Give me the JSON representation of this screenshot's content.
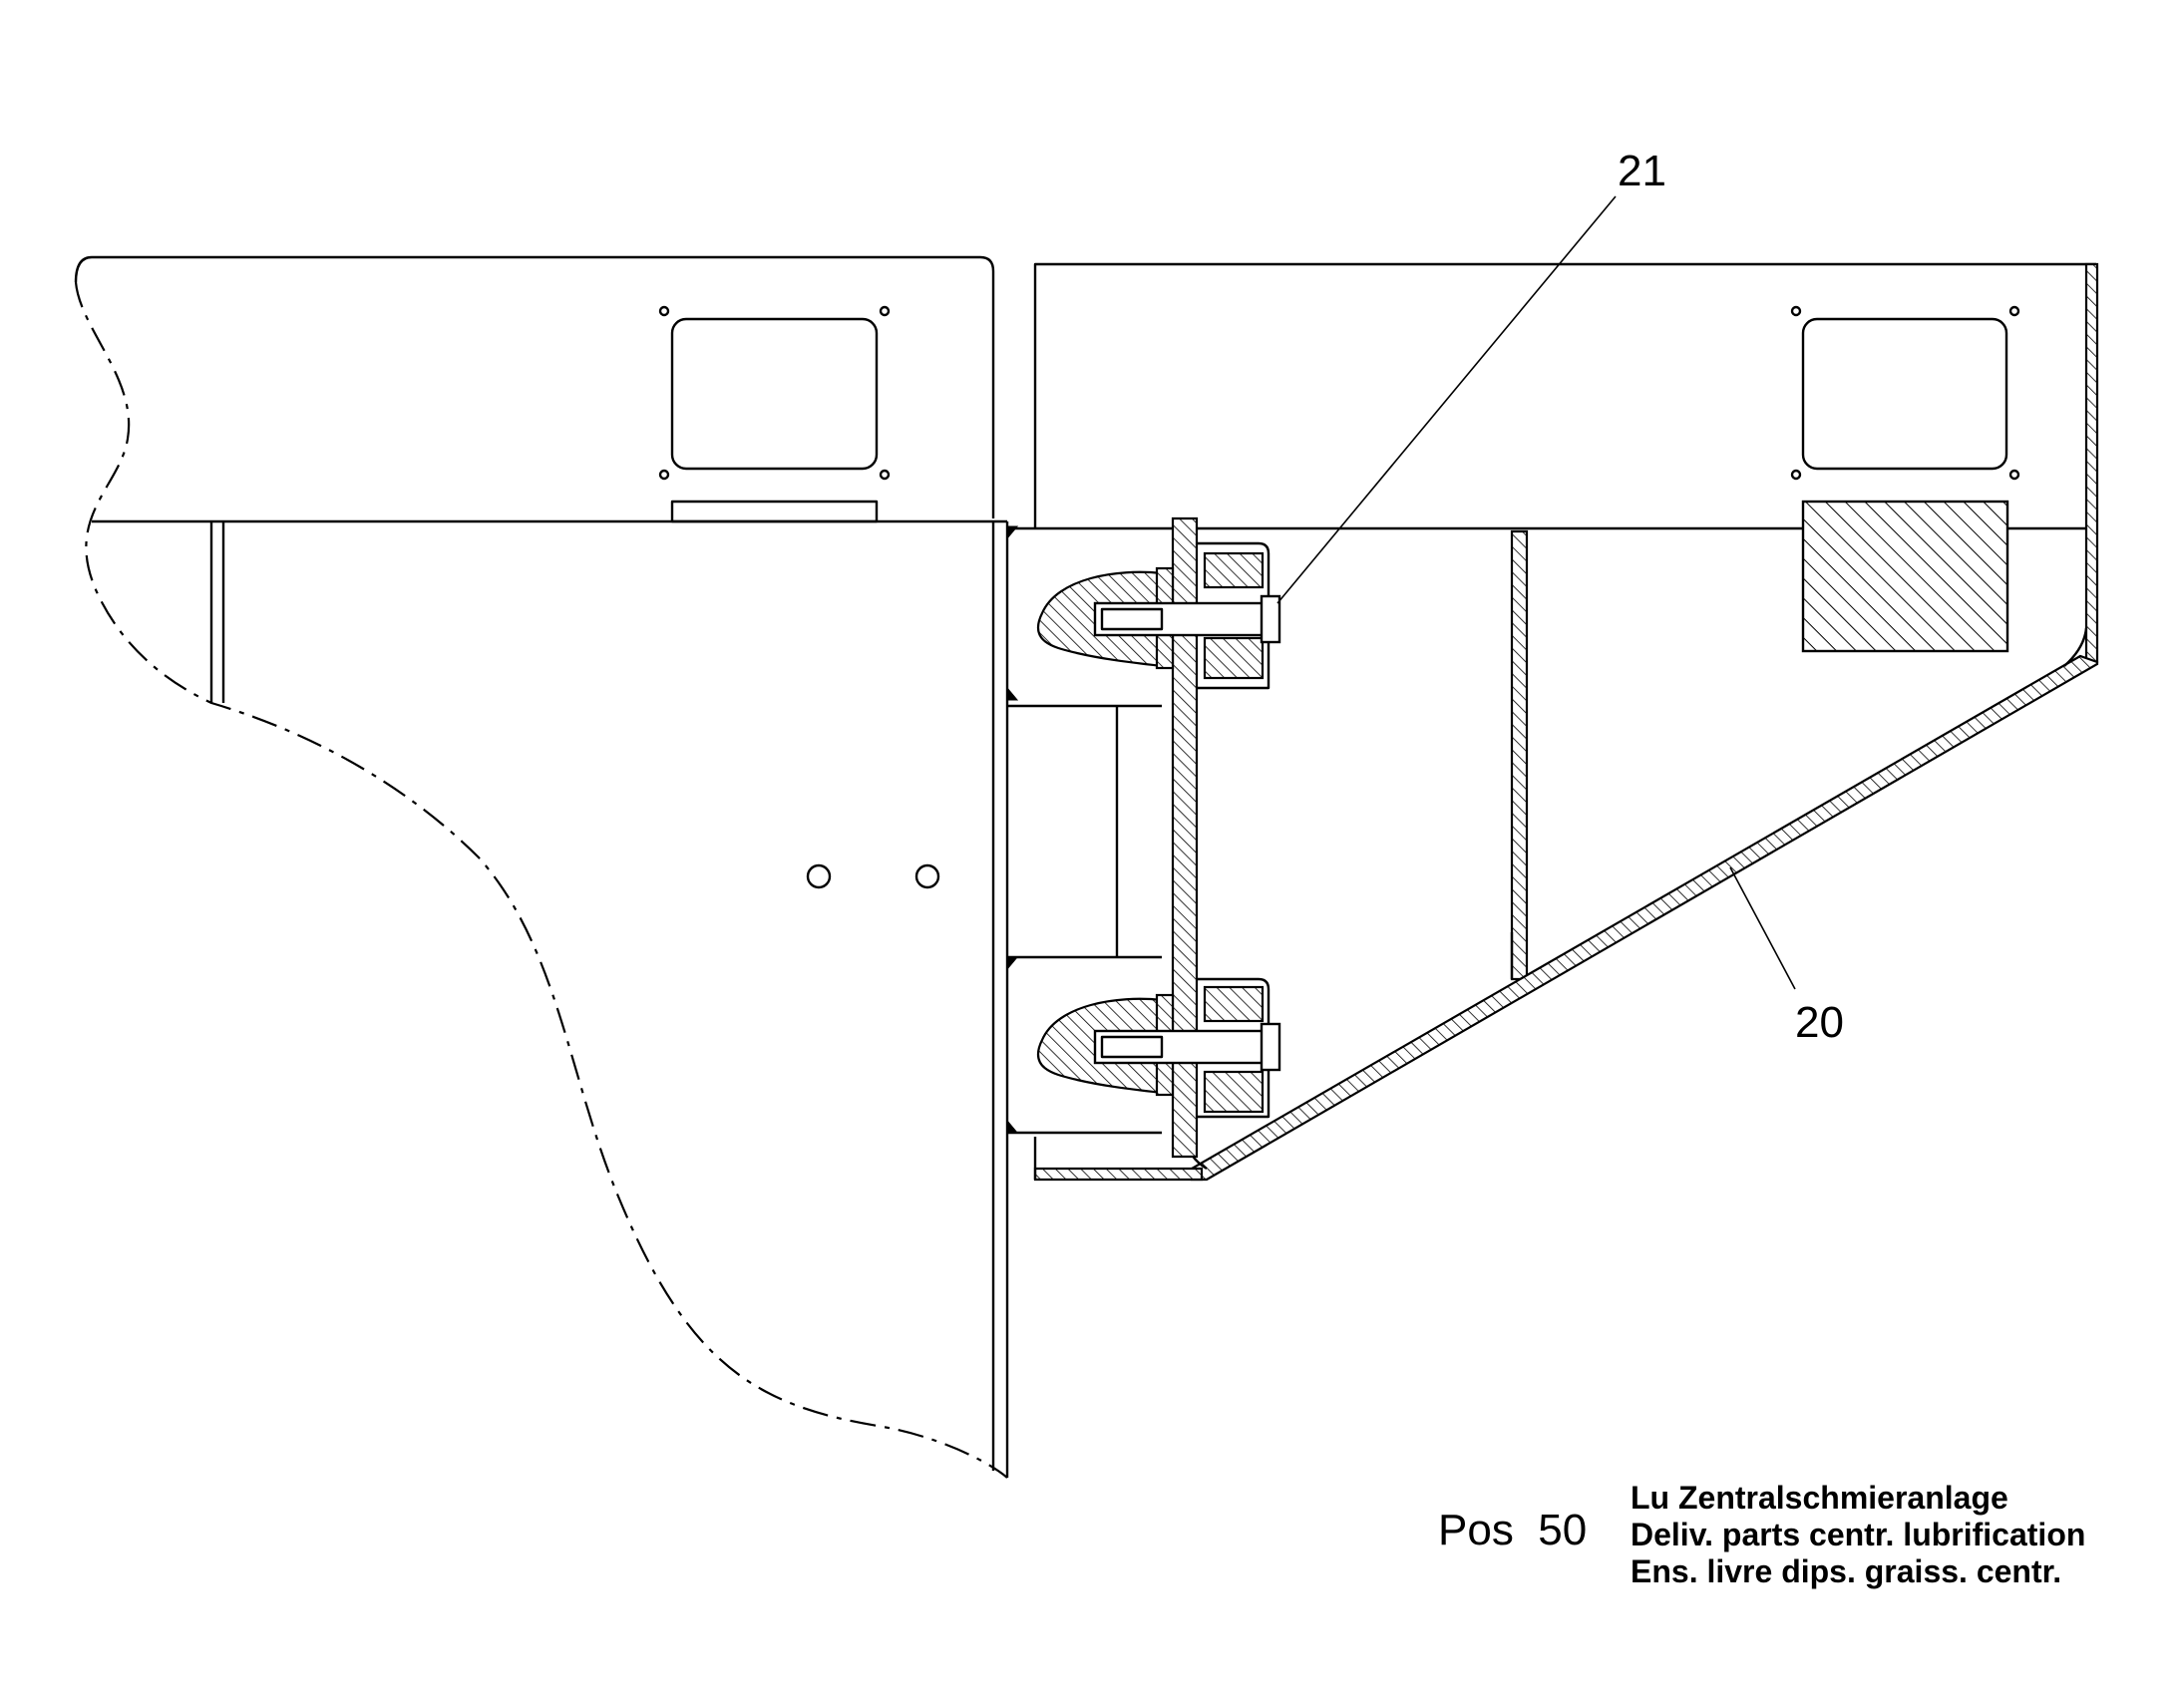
{
  "callouts": {
    "part_21": "21",
    "part_20": "20"
  },
  "title_block": {
    "position": "Pos  50",
    "description_de": "Lu Zentralschmieranlage",
    "description_en": "Deliv. parts centr. lubrification",
    "description_fr": "Ens. livre dips. graiss. centr."
  }
}
